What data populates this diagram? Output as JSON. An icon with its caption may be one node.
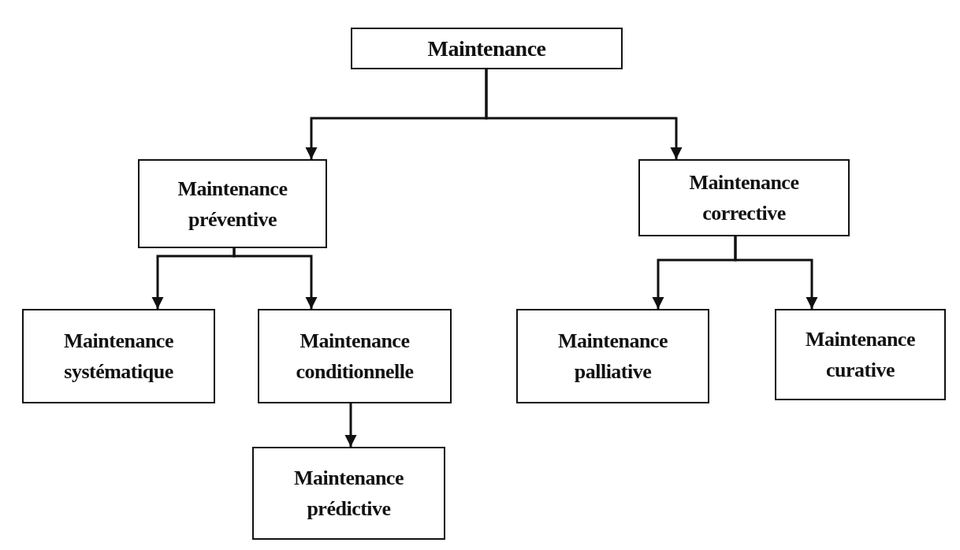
{
  "diagram": {
    "nodes": [
      {
        "text": [
          "Maintenance"
        ]
      },
      {
        "text": [
          "Maintenance préventive"
        ]
      },
      {
        "text": [
          "Maintenance corrective"
        ]
      },
      {
        "text": [
          "Maintenance systématique"
        ]
      },
      {
        "text": [
          "Maintenance conditionnelle"
        ]
      },
      {
        "text": [
          "Maintenance prédictive"
        ]
      },
      {
        "text": [
          "Maintenance palliative"
        ]
      },
      {
        "text": [
          "Maintenance curative"
        ]
      }
    ],
    "edges": [
      {
        "from": 0,
        "to": 1,
        "arrow": "to"
      },
      {
        "from": 0,
        "to": 2,
        "arrow": "to"
      },
      {
        "from": 1,
        "to": 3,
        "arrow": "to"
      },
      {
        "from": 1,
        "to": 4,
        "arrow": "to"
      },
      {
        "from": 4,
        "to": 5,
        "arrow": "to"
      },
      {
        "from": 2,
        "to": 6,
        "arrow": "to"
      },
      {
        "from": 2,
        "to": 7,
        "arrow": "to"
      }
    ]
  }
}
